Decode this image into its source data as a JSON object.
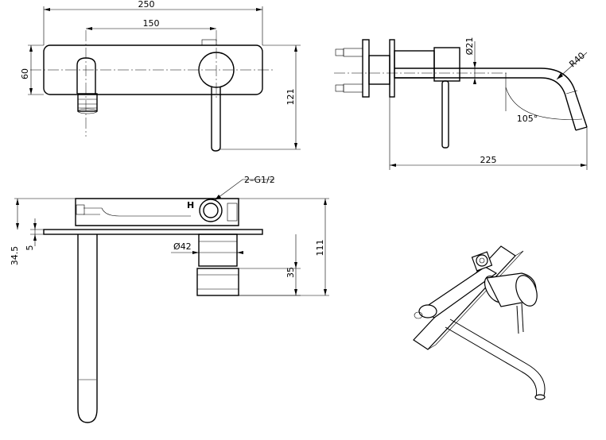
{
  "front_view": {
    "dims": {
      "overall_width": "250",
      "spout_to_handle": "150",
      "plate_height": "60",
      "handle_drop": "121"
    }
  },
  "side_view": {
    "dims": {
      "mixer_diameter": "Ø21",
      "spout_radius": "R40",
      "spout_angle": "105°",
      "spout_reach": "225"
    }
  },
  "top_view": {
    "dims": {
      "inlets": "2–G1/2",
      "hot_marker": "H",
      "body_diameter": "Ø42",
      "spout_to_plate": "34.5",
      "plate_thickness": "5",
      "body_depth": "35",
      "overall_depth": "111"
    }
  }
}
